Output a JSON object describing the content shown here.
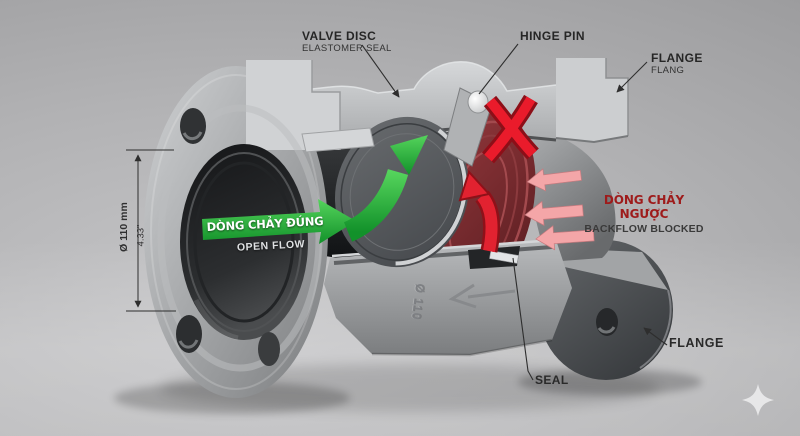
{
  "labels": {
    "valve_disc": "VALVE DISC",
    "elastomer_seal": "ELASTOMER SEAL",
    "hinge_pin": "HINGE PIN",
    "flange_top": "FLANGE",
    "flange_top_sub": "FLANG",
    "flange_bottom": "FLANGE",
    "seal": "SEAL"
  },
  "flow": {
    "open_vi": "DÒNG CHẢY ĐÚNG",
    "open_en": "OPEN FLOW",
    "back_vi": "DÒNG CHẢY NGƯỢC",
    "back_en": "BACKFLOW BLOCKED"
  },
  "dimensions": {
    "diameter_metric": "Ø 110 mm",
    "diameter_imperial": "4.33\"",
    "embossed_size": "Ø 110"
  },
  "colors": {
    "open_flow_green": "#1fa32e",
    "blocked_red": "#e31b2c",
    "backflow_pink": "#f4a6a8",
    "backflow_label_red": "#9e1b1b",
    "label_dark": "#2a2a2a",
    "metal_gray": "#a8aaac",
    "elastomer_maroon": "#7c2a2e"
  },
  "icons": {
    "blocked_x": "red-cross",
    "watermark": "four-point-star"
  }
}
